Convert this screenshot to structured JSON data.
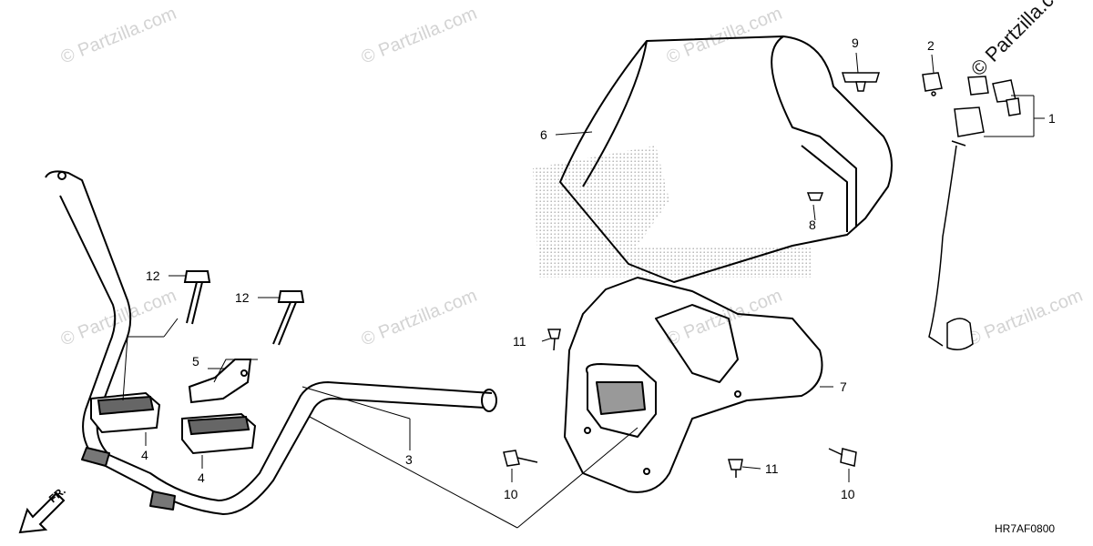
{
  "diagram": {
    "callouts": [
      {
        "id": "c1",
        "label": "1"
      },
      {
        "id": "c2",
        "label": "2"
      },
      {
        "id": "c3",
        "label": "3"
      },
      {
        "id": "c4a",
        "label": "4"
      },
      {
        "id": "c4b",
        "label": "4"
      },
      {
        "id": "c5",
        "label": "5"
      },
      {
        "id": "c6",
        "label": "6"
      },
      {
        "id": "c7",
        "label": "7"
      },
      {
        "id": "c8",
        "label": "8"
      },
      {
        "id": "c9",
        "label": "9"
      },
      {
        "id": "c10a",
        "label": "10"
      },
      {
        "id": "c10b",
        "label": "10"
      },
      {
        "id": "c11a",
        "label": "11"
      },
      {
        "id": "c11b",
        "label": "11"
      },
      {
        "id": "c12a",
        "label": "12"
      },
      {
        "id": "c12b",
        "label": "12"
      }
    ],
    "diagram_code": "HR7AF0800",
    "direction_label": "FR.",
    "watermark_text": "© Partzilla.com",
    "watermark_corner_text": "© Partzilla.com",
    "colors": {
      "line": "#000000",
      "watermark": "#d3d3d3",
      "background": "#ffffff"
    }
  }
}
